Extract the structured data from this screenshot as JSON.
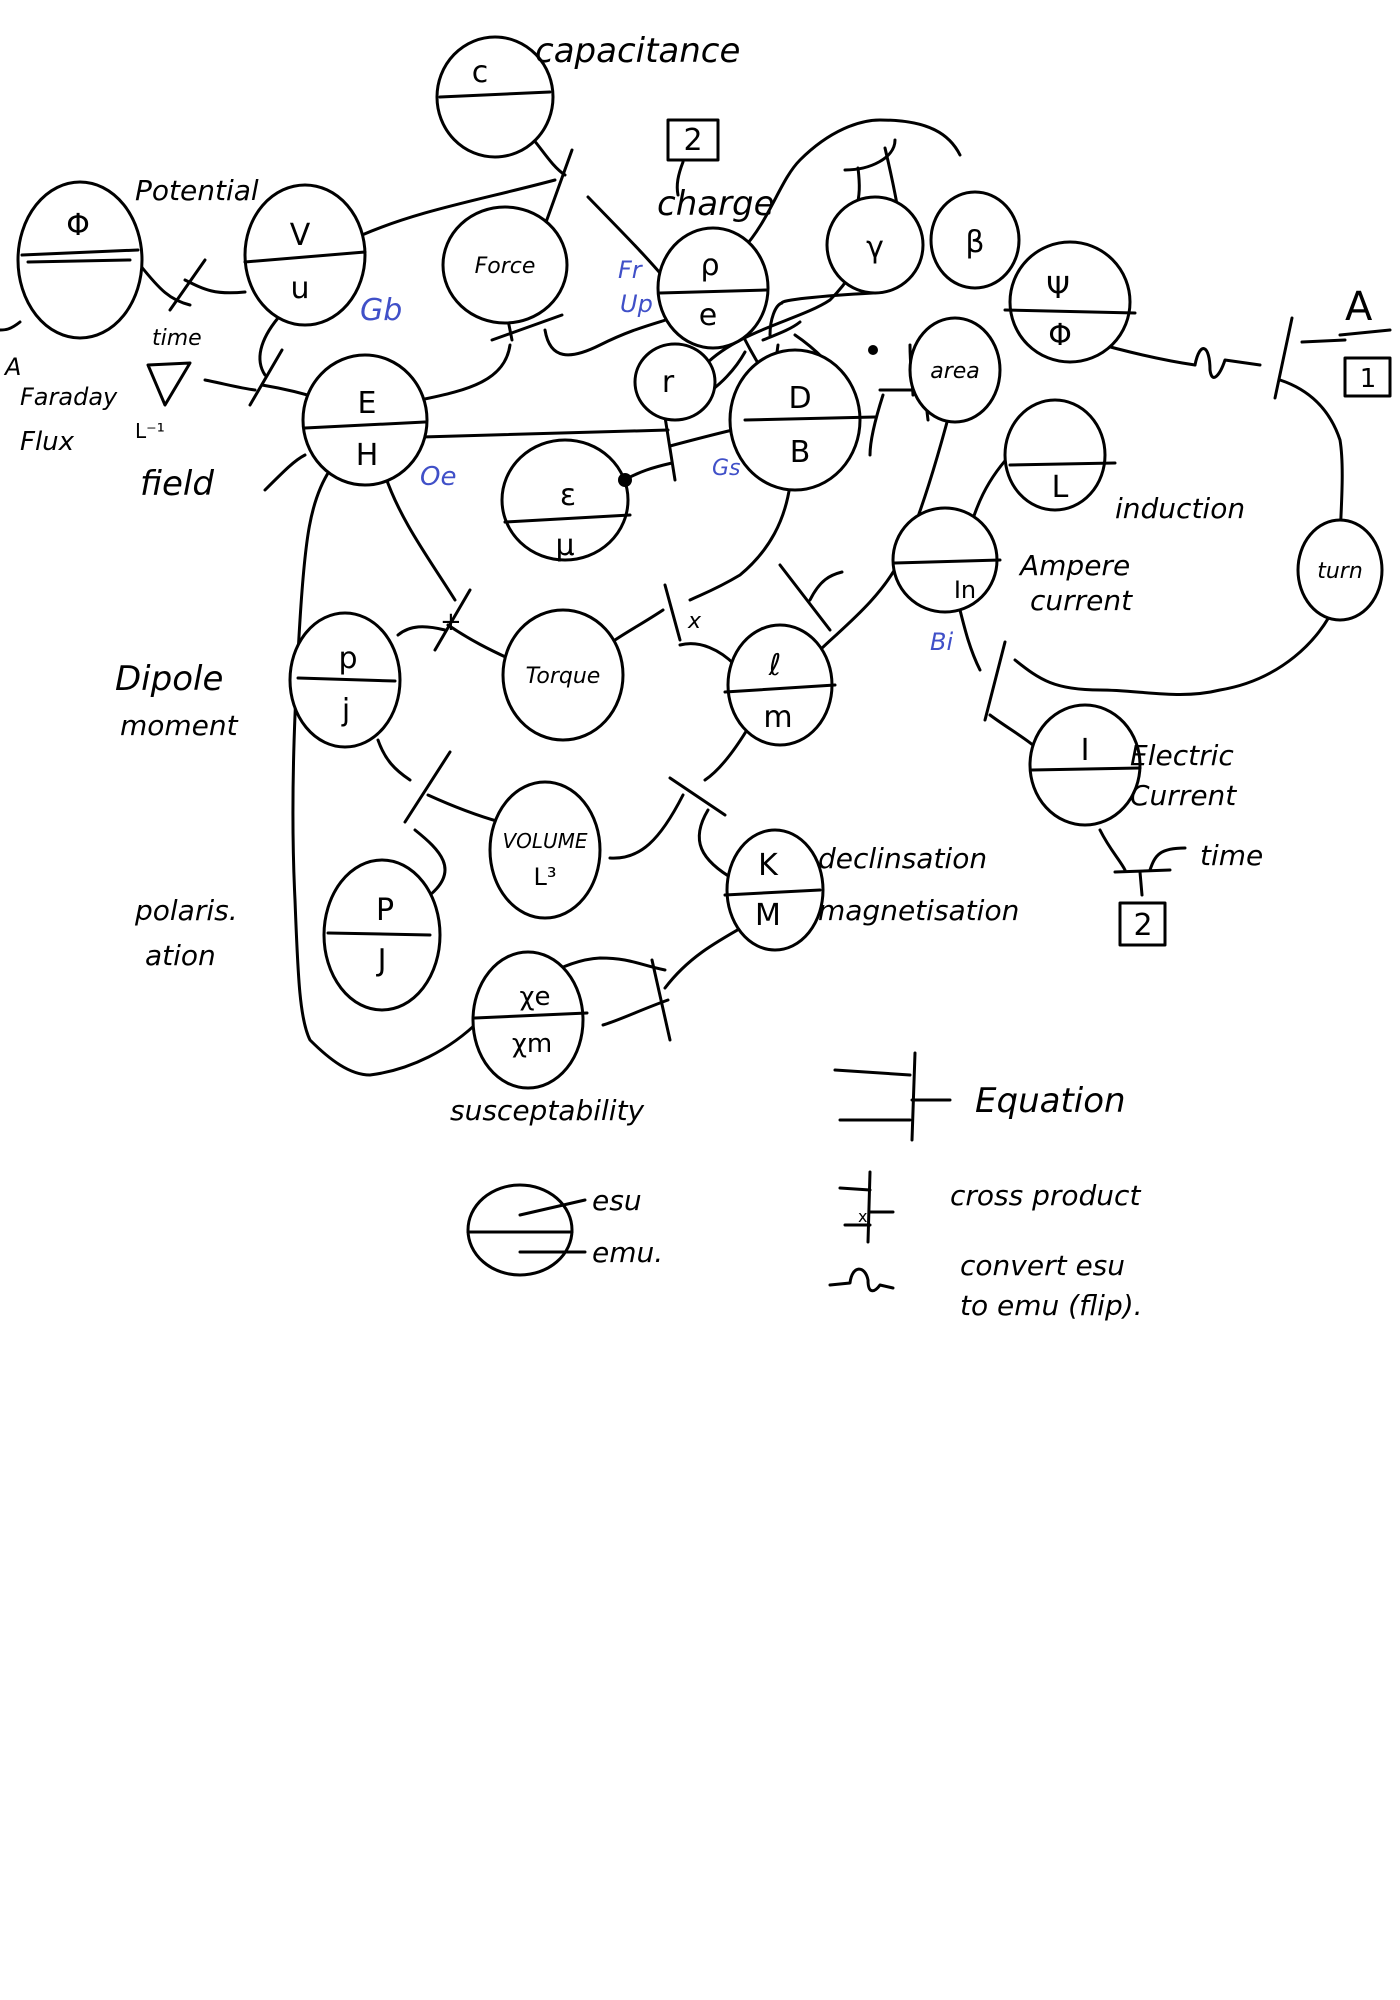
{
  "colors": {
    "ink": "#000000",
    "annotation": "#4050C8",
    "background": "#ffffff"
  },
  "nodes": {
    "faraday": {
      "top": "Φ",
      "bottom": ""
    },
    "potential": {
      "top": "V",
      "bottom": "u"
    },
    "capacitance": {
      "top": "c",
      "bottom": ""
    },
    "force": {
      "label": "Force"
    },
    "charge": {
      "top": "ρ",
      "bottom": "e"
    },
    "gamma": {
      "label": "γ"
    },
    "beta": {
      "label": "β"
    },
    "psi": {
      "top": "Ψ",
      "bottom": "Φ"
    },
    "field": {
      "top": "E",
      "bottom": "H"
    },
    "r": {
      "label": "r"
    },
    "db": {
      "top": "D",
      "bottom": "B"
    },
    "area": {
      "label": "area"
    },
    "inductance": {
      "top": "",
      "bottom": "L"
    },
    "eps_mu": {
      "top": "ε",
      "bottom": "μ"
    },
    "ampere": {
      "top": "",
      "bottom": "In"
    },
    "turn": {
      "label": "turn"
    },
    "dipole": {
      "top": "p",
      "bottom": "j"
    },
    "torque": {
      "label": "Torque"
    },
    "lm": {
      "top": "ℓ",
      "bottom": "m"
    },
    "current": {
      "top": "I",
      "bottom": ""
    },
    "volume": {
      "top": "VOLUME",
      "bottom": "L³"
    },
    "kappa": {
      "top": "K",
      "bottom": "M"
    },
    "polar": {
      "top": "P",
      "bottom": "J"
    },
    "suscept": {
      "top": "χe",
      "bottom": "χm"
    },
    "legend_node": {
      "top": "",
      "bottom": ""
    }
  },
  "labels": {
    "capacitance": "capacitance",
    "charge": "charge",
    "potential": "Potential",
    "time_left": "time",
    "faraday": "Faraday",
    "flux": "Flux",
    "a_left": "A",
    "field": "field",
    "induction": "induction",
    "ampere": "Ampere",
    "ampere2": "current",
    "dipole": "Dipole",
    "dipole2": "moment",
    "electric": "Electric",
    "electric2": "Current",
    "time_right": "time",
    "declination": "declinsation",
    "magnetisation": "magnetisation",
    "polarisation": "polaris.",
    "polarisation2": "ation",
    "susceptibility": "susceptability",
    "a_right": "A",
    "nabla": "∇",
    "nabla_sub": "L⁻¹",
    "cross_left": "+",
    "cross_right": "x"
  },
  "boxes": {
    "top_charge": "2",
    "right_a": "1",
    "bottom_time": "2"
  },
  "annotations": {
    "gb": "Gb",
    "fr": "Fr",
    "up": "Up",
    "oe": "Oe",
    "gs": "Gs",
    "bi": "Bi"
  },
  "legend": {
    "esu": "esu",
    "emu": "emu.",
    "equation": "Equation",
    "cross_product": "cross product",
    "cross_mark": "x",
    "convert1": "convert esu",
    "convert2": "to emu (flip)."
  }
}
